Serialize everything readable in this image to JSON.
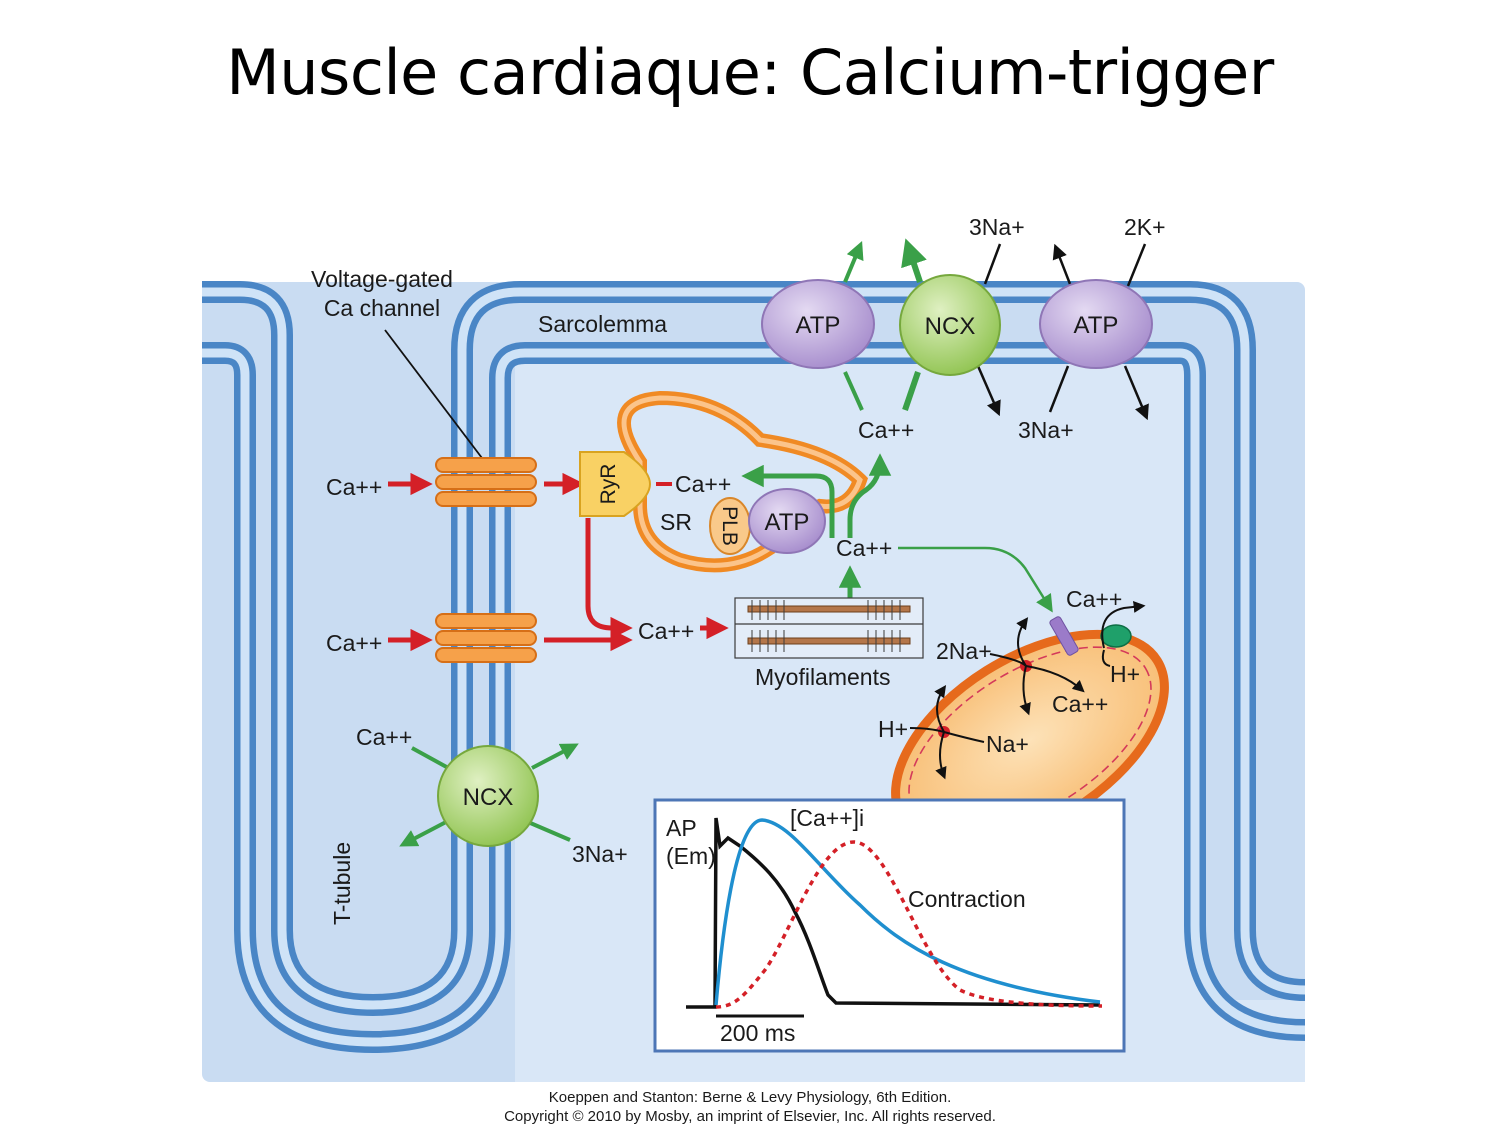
{
  "slide": {
    "title": "Muscle cardiaque: Calcium-trigger"
  },
  "figure": {
    "labels": {
      "voltage_gated_line1": "Voltage-gated",
      "voltage_gated_line2": "Ca channel",
      "sarcolemma": "Sarcolemma",
      "t_tubule": "T-tubule",
      "ryr": "RyR",
      "sr": "SR",
      "plb": "PLB",
      "myofilaments": "Myofilaments"
    },
    "pumps": {
      "atp_left": "ATP",
      "ncx_top": "NCX",
      "atp_right": "ATP",
      "sr_atp": "ATP",
      "ncx_ttubule": "NCX"
    },
    "ions": {
      "ca_in_upper": "Ca++",
      "ca_in_lower": "Ca++",
      "ca_sr_release": "Ca++",
      "ca_cytosol": "Ca++",
      "ca_to_myofilaments": "Ca++",
      "ca_to_membrane": "Ca++",
      "na3_top_out": "3Na+",
      "k2_top": "2K+",
      "na3_top_in": "3Na+",
      "ca_ttubule": "Ca++",
      "na3_ttubule": "3Na+",
      "mito_ca_out": "Ca++",
      "mito_2na": "2Na+",
      "mito_h_right": "H+",
      "mito_ca_in": "Ca++",
      "mito_h_left": "H+",
      "mito_na": "Na+"
    },
    "inset": {
      "ap_line1": "AP",
      "ap_line2": "(Em)",
      "ca_i": "[Ca++]i",
      "contraction": "Contraction",
      "scale": "200 ms"
    },
    "colors": {
      "membrane": "#5b9bd5",
      "cytosol": "#c9dcf2",
      "interior": "#d9e7f7",
      "pump_atp": "#b9a3d9",
      "pump_ncx": "#a8d66b",
      "ca_flux_red": "#d42027",
      "ca_flux_green": "#3aa048",
      "sr_orange": "#f08a24",
      "ap_trace": "#111111",
      "ca_trace": "#1f8fcf",
      "contraction_trace": "#d42027"
    }
  },
  "credit": {
    "line1": "Koeppen and Stanton: Berne & Levy Physiology, 6th Edition.",
    "line2": "Copyright © 2010 by Mosby, an imprint of Elsevier, Inc. All rights reserved."
  }
}
